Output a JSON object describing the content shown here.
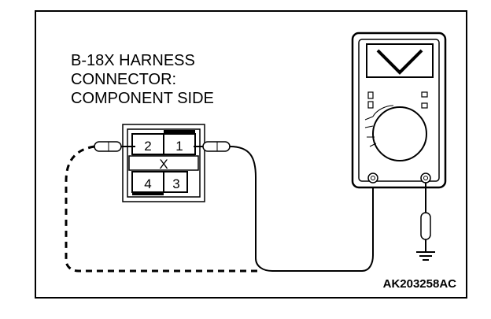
{
  "label": {
    "line1": "B-18X HARNESS",
    "line2": "CONNECTOR:",
    "line3": "COMPONENT SIDE"
  },
  "connector": {
    "pins": [
      "2",
      "1",
      "4",
      "3"
    ],
    "cross_mark": "X"
  },
  "meter": {
    "function_symbol": "V",
    "icon": "voltmeter-icon"
  },
  "reference_code": "AK203258AC",
  "colors": {
    "line": "#000000",
    "background": "#ffffff"
  }
}
